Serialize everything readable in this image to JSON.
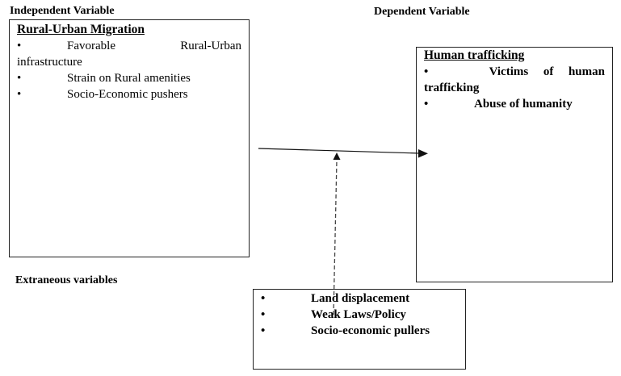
{
  "labels": {
    "independent": "Independent Variable",
    "dependent": "Dependent Variable",
    "extraneous": "Extraneous variables"
  },
  "independent_box": {
    "title": "Rural-Urban Migration",
    "items": [
      {
        "bullet": "•",
        "text_a": "Favorable",
        "text_b": "Rural-Urban",
        "cont": "infrastructure"
      },
      {
        "bullet": "•",
        "text": "Strain on Rural amenities"
      },
      {
        "bullet": "•",
        "text": "Socio-Economic pushers"
      }
    ]
  },
  "dependent_box": {
    "title": "Human trafficking",
    "items": [
      {
        "bullet": "•",
        "text_a": "Victims",
        "text_b": "of",
        "text_c": "human",
        "cont": "trafficking"
      },
      {
        "bullet": "•",
        "text": "Abuse of humanity"
      }
    ]
  },
  "extraneous_box": {
    "items": [
      {
        "bullet": "•",
        "text": "Land displacement"
      },
      {
        "bullet": "•",
        "text": "Weak Laws/Policy"
      },
      {
        "bullet": "•",
        "text": "Socio-economic pullers"
      }
    ]
  },
  "edges": [
    {
      "from": "independent_box",
      "to": "dependent_box",
      "style": "solid"
    },
    {
      "from": "extraneous_box",
      "to": "main-arrow",
      "style": "dashed"
    }
  ]
}
